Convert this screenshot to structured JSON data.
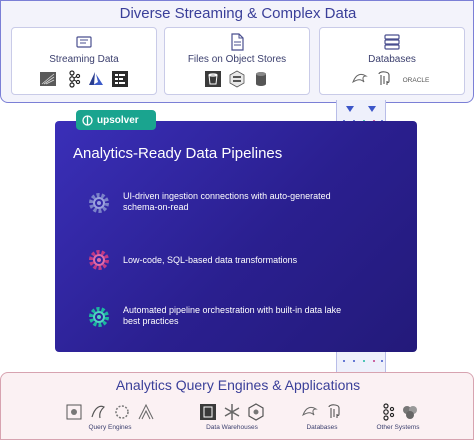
{
  "top": {
    "title": "Diverse Streaming & Complex Data",
    "cards": [
      {
        "label": "Streaming Data",
        "top_icon": "stream-icon",
        "icons": [
          "flume-icon",
          "kafka-icon",
          "azure-icon",
          "kinesis-icon"
        ]
      },
      {
        "label": "Files on Object Stores",
        "top_icon": "file-icon",
        "icons": [
          "s3-bucket-icon",
          "cloud-storage-icon",
          "database-cylinder-icon"
        ]
      },
      {
        "label": "Databases",
        "top_icon": "database-icon",
        "icons": [
          "mysql-icon",
          "elephant-icon",
          "oracle-logo"
        ],
        "oracle_text": "ORACLE"
      }
    ]
  },
  "panel": {
    "brand": "upsolver",
    "title": "Analytics-Ready Data Pipelines",
    "features": [
      {
        "text": "UI-driven ingestion connections with auto-generated schema-on-read",
        "color": "#7b82c9"
      },
      {
        "text": "Low-code, SQL-based data transformations",
        "color": "#c23a86"
      },
      {
        "text": "Automated pipeline orchestration with built-in data lake best practices",
        "color": "#1db7a0"
      }
    ]
  },
  "bottom": {
    "title": "Analytics Query Engines & Applications",
    "groups": [
      {
        "label": "Query Engines",
        "icons": [
          "presto-icon",
          "hive-icon",
          "spark-icon",
          "athena-icon"
        ]
      },
      {
        "label": "Data Warehouses",
        "icons": [
          "redshift-icon",
          "snowflake-icon",
          "synapse-icon"
        ]
      },
      {
        "label": "Databases",
        "icons": [
          "mysql-icon",
          "elephant-icon"
        ]
      },
      {
        "label": "Other Systems",
        "icons": [
          "kafka-icon",
          "elastic-icon"
        ]
      }
    ]
  },
  "colors": {
    "accent": "#3a3f99",
    "panel": "#2a1f8f",
    "brand": "#1aa48f",
    "pipe_dot_blue": "#3b55c8",
    "pipe_dot_green": "#1db7a0",
    "pipe_dot_pink": "#c23a86"
  }
}
